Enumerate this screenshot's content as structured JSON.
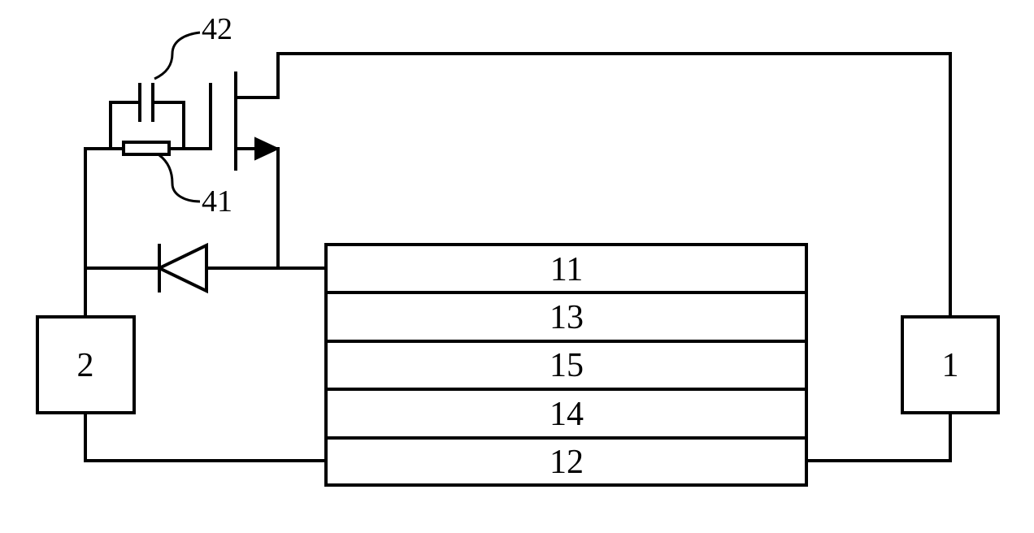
{
  "layers": [
    {
      "id": "layer-11",
      "label": "11"
    },
    {
      "id": "layer-13",
      "label": "13"
    },
    {
      "id": "layer-15",
      "label": "15"
    },
    {
      "id": "layer-14",
      "label": "14"
    },
    {
      "id": "layer-12",
      "label": "12"
    }
  ],
  "box_left": {
    "label": "2"
  },
  "box_right": {
    "label": "1"
  },
  "callouts": {
    "capacitor": "42",
    "resistor": "41"
  }
}
